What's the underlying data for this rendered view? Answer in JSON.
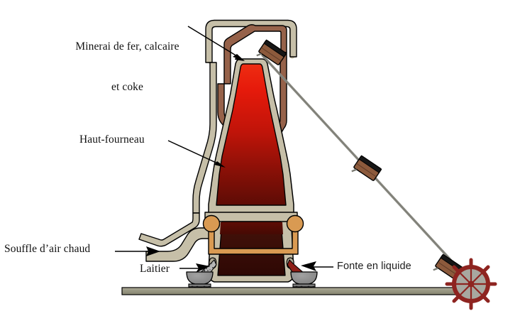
{
  "diagram": {
    "title": "Haut-fourneau (blast furnace) schematic",
    "labels": {
      "ore_line1": "Minerai de fer, calcaire",
      "ore_line2": "et coke",
      "furnace": "Haut-fourneau",
      "blast": "Souffle d’air chaud",
      "slag": "Laitier",
      "iron": "Fonte en liquide"
    },
    "icon_names": {
      "skip_bucket": "skip-bucket-icon",
      "hoist_wheel": "hoist-wheel-icon",
      "slag_ladle": "slag-ladle-car-icon",
      "iron_ladle": "iron-ladle-car-icon",
      "arrow": "pointer-arrow-icon"
    },
    "colors": {
      "background": "#ffffff",
      "steel_shell": "#c6bfa8",
      "steel_shell_dark": "#b4ac92",
      "brown_frame": "#96624a",
      "brown_frame_dark": "#7d4f3a",
      "hot_interior_top": "#e81d0e",
      "hot_interior_bottom": "#3d0a05",
      "hearth_dark": "#4a1008",
      "tuyere_orange": "#d99a52",
      "bustle_pipe": "#d99a52",
      "ground_gray": "#9a9a86",
      "ladle_gray": "#8c8c8c",
      "cable_gray": "#8a8a82",
      "bucket_brown": "#8c5a3c",
      "wheel_red": "#a02b28",
      "outline": "#000000",
      "text": "#111111"
    },
    "structure": {
      "parts": [
        "outer-steel-frame",
        "inner-brown-frame",
        "furnace-shaft",
        "furnace-bosh",
        "hearth",
        "hot-blast-pipe",
        "bustle-pipe",
        "slag-notch",
        "tap-hole",
        "ground-line",
        "skip-hoist-cable",
        "hoist-wheel"
      ],
      "bucket_count": 3
    }
  }
}
